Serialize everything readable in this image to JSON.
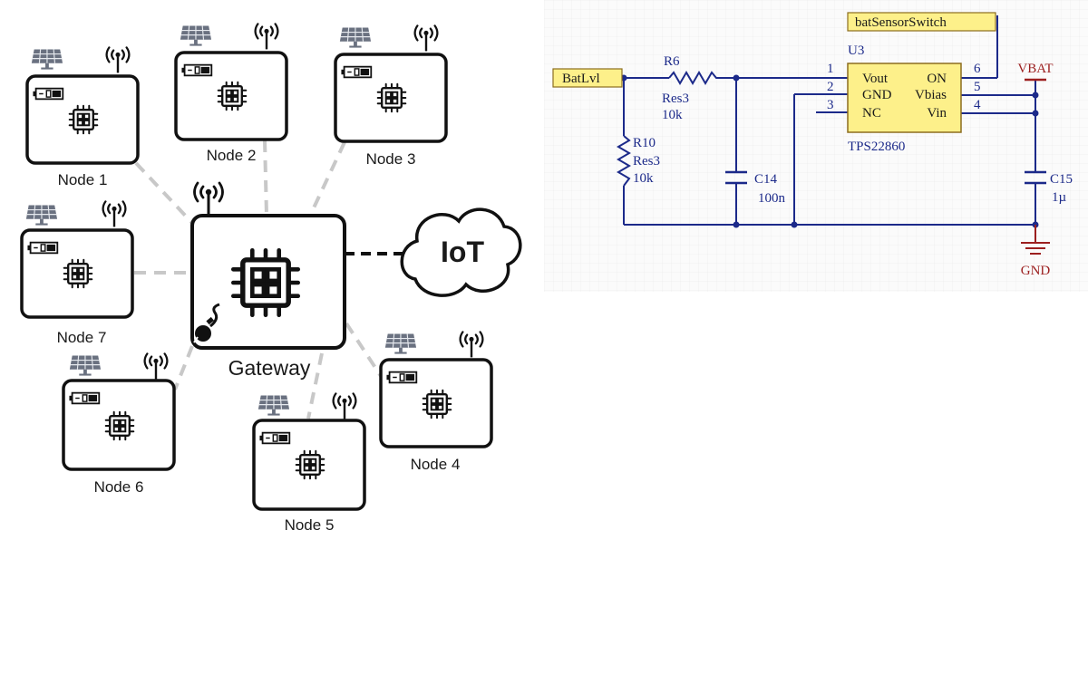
{
  "network": {
    "nodes": [
      {
        "id": "node-1",
        "label": "Node 1"
      },
      {
        "id": "node-2",
        "label": "Node 2"
      },
      {
        "id": "node-3",
        "label": "Node 3"
      },
      {
        "id": "node-4",
        "label": "Node 4"
      },
      {
        "id": "node-5",
        "label": "Node 5"
      },
      {
        "id": "node-6",
        "label": "Node 6"
      },
      {
        "id": "node-7",
        "label": "Node 7"
      }
    ],
    "gateway": {
      "label": "Gateway"
    },
    "cloud": {
      "label": "IoT"
    }
  },
  "schematic": {
    "net_labels": {
      "batlvl": "BatLvl",
      "switch": "batSensorSwitch"
    },
    "r6": {
      "ref": "R6",
      "model": "Res3",
      "value": "10k"
    },
    "r10": {
      "ref": "R10",
      "model": "Res3",
      "value": "10k"
    },
    "c14": {
      "ref": "C14",
      "value": "100n"
    },
    "c15": {
      "ref": "C15",
      "value": "1µ"
    },
    "u3": {
      "ref": "U3",
      "part": "TPS22860",
      "pins_left": [
        {
          "num": "1",
          "name": "Vout"
        },
        {
          "num": "2",
          "name": "GND"
        },
        {
          "num": "3",
          "name": "NC"
        }
      ],
      "pins_right": [
        {
          "num": "6",
          "name": "ON"
        },
        {
          "num": "5",
          "name": "Vbias"
        },
        {
          "num": "4",
          "name": "Vin"
        }
      ]
    },
    "power": {
      "vbat": "VBAT",
      "gnd": "GND"
    }
  },
  "colors": {
    "dash_grey": "#c8c8c8",
    "wire_blue": "#1c2a8a",
    "power_red": "#9c1f1f",
    "label_yellow": "#fdf08a",
    "grid_bg": "#fbfbfb"
  }
}
